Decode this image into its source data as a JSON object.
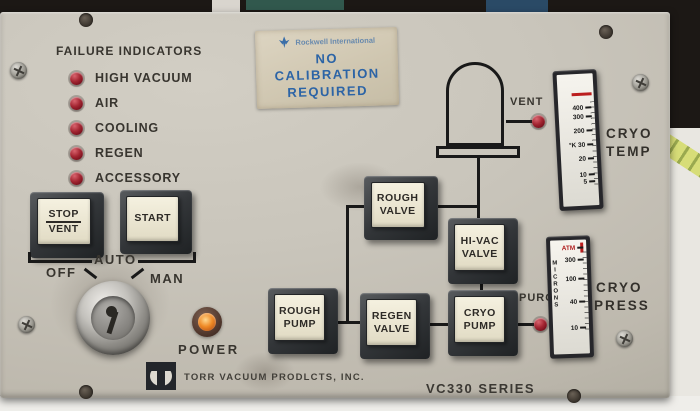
{
  "failure_indicators": {
    "title": "FAILURE INDICATORS",
    "items": [
      "HIGH VACUUM",
      "AIR",
      "COOLING",
      "REGEN",
      "ACCESSORY"
    ]
  },
  "sticker": {
    "brand": "Rockwell International",
    "lines": [
      "NO",
      "CALIBRATION",
      "REQUIRED"
    ]
  },
  "diagram": {
    "vent_label": "VENT",
    "purge_label": "PURGE"
  },
  "buttons": {
    "stop": "STOP",
    "vent": "VENT",
    "start": "START",
    "rough_valve": [
      "ROUGH",
      "VALVE"
    ],
    "hi_vac_valve": [
      "HI-VAC",
      "VALVE"
    ],
    "rough_pump": [
      "ROUGH",
      "PUMP"
    ],
    "regen_valve": [
      "REGEN",
      "VALVE"
    ],
    "cryo_pump": [
      "CRYO",
      "PUMP"
    ]
  },
  "key_switch": {
    "off": "OFF",
    "auto": "AUTO",
    "man": "MAN"
  },
  "power": {
    "label": "POWER"
  },
  "meters": {
    "cryo_temp": {
      "name": [
        "CRYO",
        "TEMP"
      ],
      "scale": [
        "400",
        "300",
        "200",
        "°K 30",
        "20",
        "10",
        "5"
      ]
    },
    "cryo_press": {
      "name": [
        "CRYO",
        "PRESS"
      ],
      "scale": [
        "ATM",
        "300",
        "100",
        "40",
        "10"
      ],
      "unit": "MICRONS"
    }
  },
  "footer": {
    "brand": "TORR VACUUM PRODLCTS, INC.",
    "series": "VC330 SERIES"
  },
  "colors": {
    "panel": "#c9c5bb",
    "led_red": "#a42632",
    "lamp_orange": "#ef8a26",
    "sticker_blue": "#2c64a6"
  }
}
